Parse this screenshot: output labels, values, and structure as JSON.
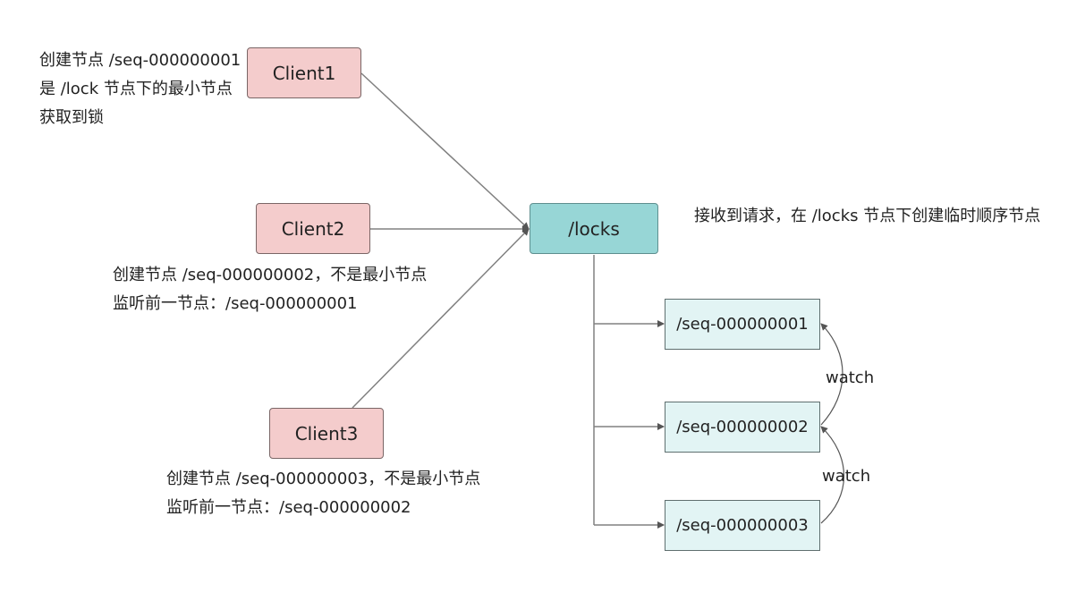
{
  "clients": [
    {
      "label": "Client1"
    },
    {
      "label": "Client2"
    },
    {
      "label": "Client3"
    }
  ],
  "locks": {
    "label": "/locks"
  },
  "seq_nodes": [
    {
      "label": "/seq-000000001"
    },
    {
      "label": "/seq-000000002"
    },
    {
      "label": "/seq-000000003"
    }
  ],
  "notes": {
    "client1": [
      "创建节点 /seq-000000001",
      "是 /lock 节点下的最小节点",
      "获取到锁"
    ],
    "client2": [
      "创建节点 /seq-000000002，不是最小节点",
      "监听前一节点：/seq-000000001"
    ],
    "client3": [
      "创建节点 /seq-000000003，不是最小节点",
      "监听前一节点：/seq-000000002"
    ],
    "locks": "接收到请求，在 /locks 节点下创建临时顺序节点"
  },
  "watch_labels": [
    "watch",
    "watch"
  ],
  "colors": {
    "client_fill": "#f4cccc",
    "locks_fill": "#97d6d6",
    "seq_fill": "#e2f4f4",
    "line": "#808080"
  }
}
